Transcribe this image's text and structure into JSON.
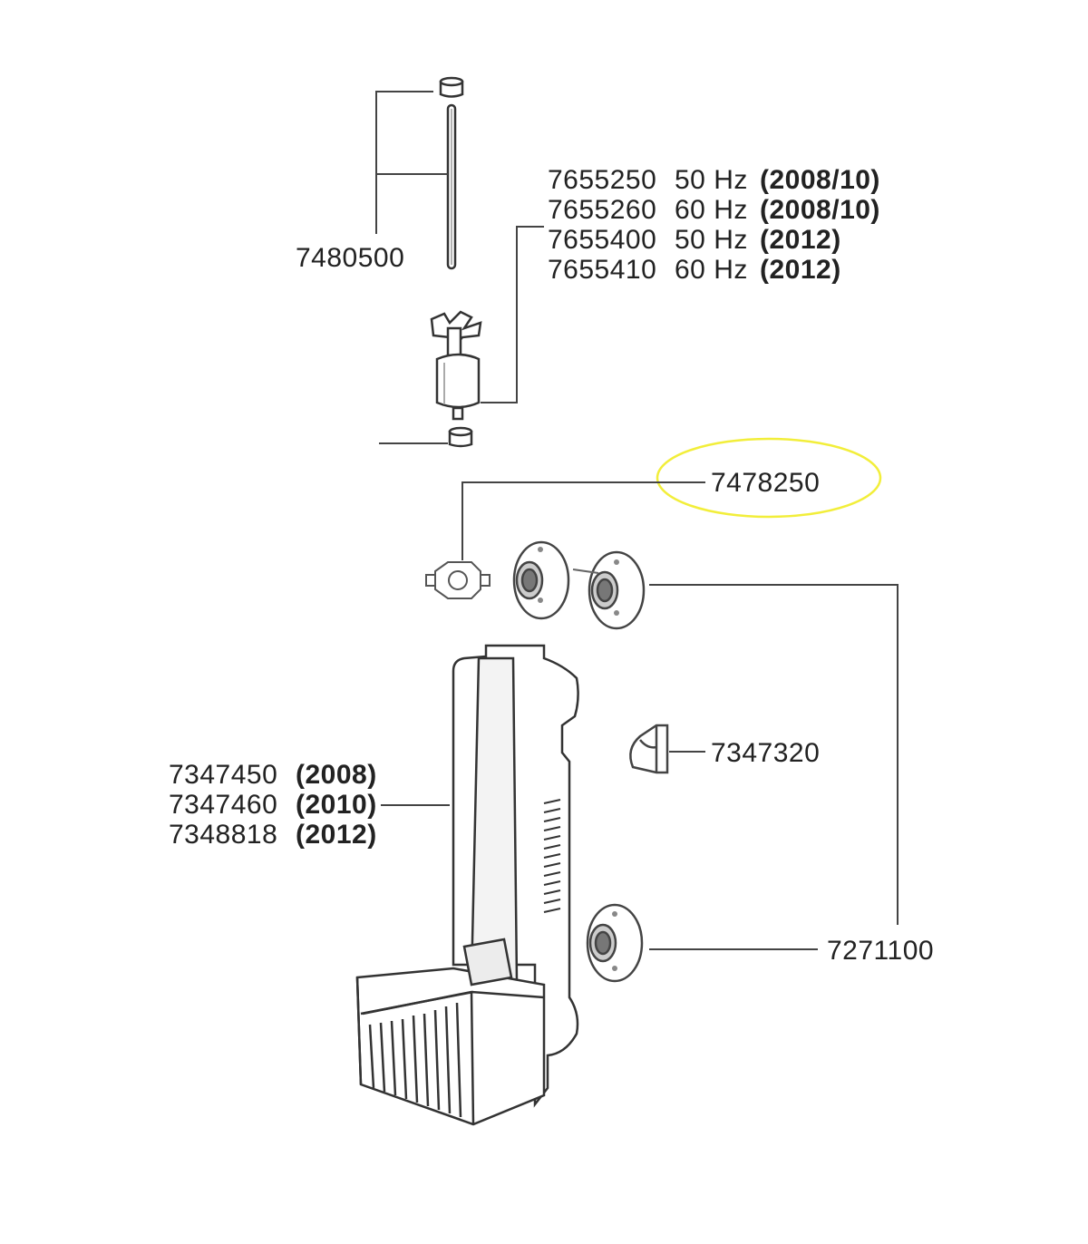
{
  "labels": {
    "axle": "7480500",
    "rotor": [
      {
        "code": "7655250",
        "freq": "50 Hz",
        "year": "(2008/10)"
      },
      {
        "code": "7655260",
        "freq": "60 Hz",
        "year": "(2008/10)"
      },
      {
        "code": "7655400",
        "freq": "50 Hz",
        "year": "(2012)"
      },
      {
        "code": "7655410",
        "freq": "60 Hz",
        "year": "(2012)"
      }
    ],
    "highlighted": "7478250",
    "clip": "7347320",
    "suction_cups": "7271100",
    "housing": [
      {
        "code": "7347450",
        "year": "(2008)"
      },
      {
        "code": "7347460",
        "year": "(2010)"
      },
      {
        "code": "7348818",
        "year": "(2012)"
      }
    ]
  },
  "colors": {
    "line": "#333333",
    "highlight": "#f2ee3a",
    "part_fill": "#ffffff",
    "shade": "#bbbbbb"
  }
}
